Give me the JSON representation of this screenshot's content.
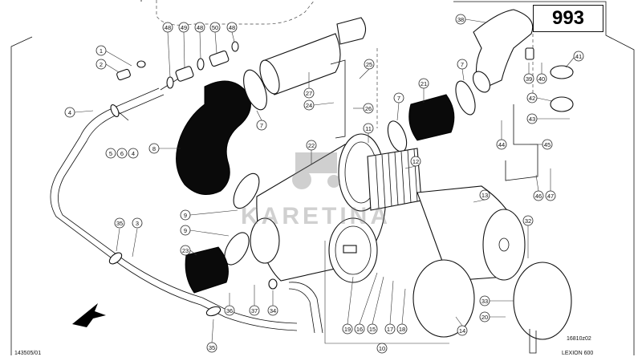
{
  "page_number": "993",
  "drawing_ref": "16810z02",
  "model": "LEXION 600",
  "catalog_ref": "143505/01",
  "watermark": "KARETINA",
  "callouts": [
    "1",
    "2",
    "4",
    "5",
    "6",
    "4",
    "8",
    "3",
    "35",
    "35",
    "9",
    "9",
    "23",
    "48",
    "49",
    "48",
    "50",
    "48",
    "7",
    "7",
    "27",
    "24",
    "25",
    "26",
    "22",
    "11",
    "12",
    "13",
    "7",
    "21",
    "38",
    "39",
    "40",
    "41",
    "42",
    "43",
    "44",
    "45",
    "46",
    "47",
    "32",
    "33",
    "20",
    "34",
    "36",
    "37",
    "19",
    "16",
    "15",
    "17",
    "18",
    "10",
    "14"
  ]
}
